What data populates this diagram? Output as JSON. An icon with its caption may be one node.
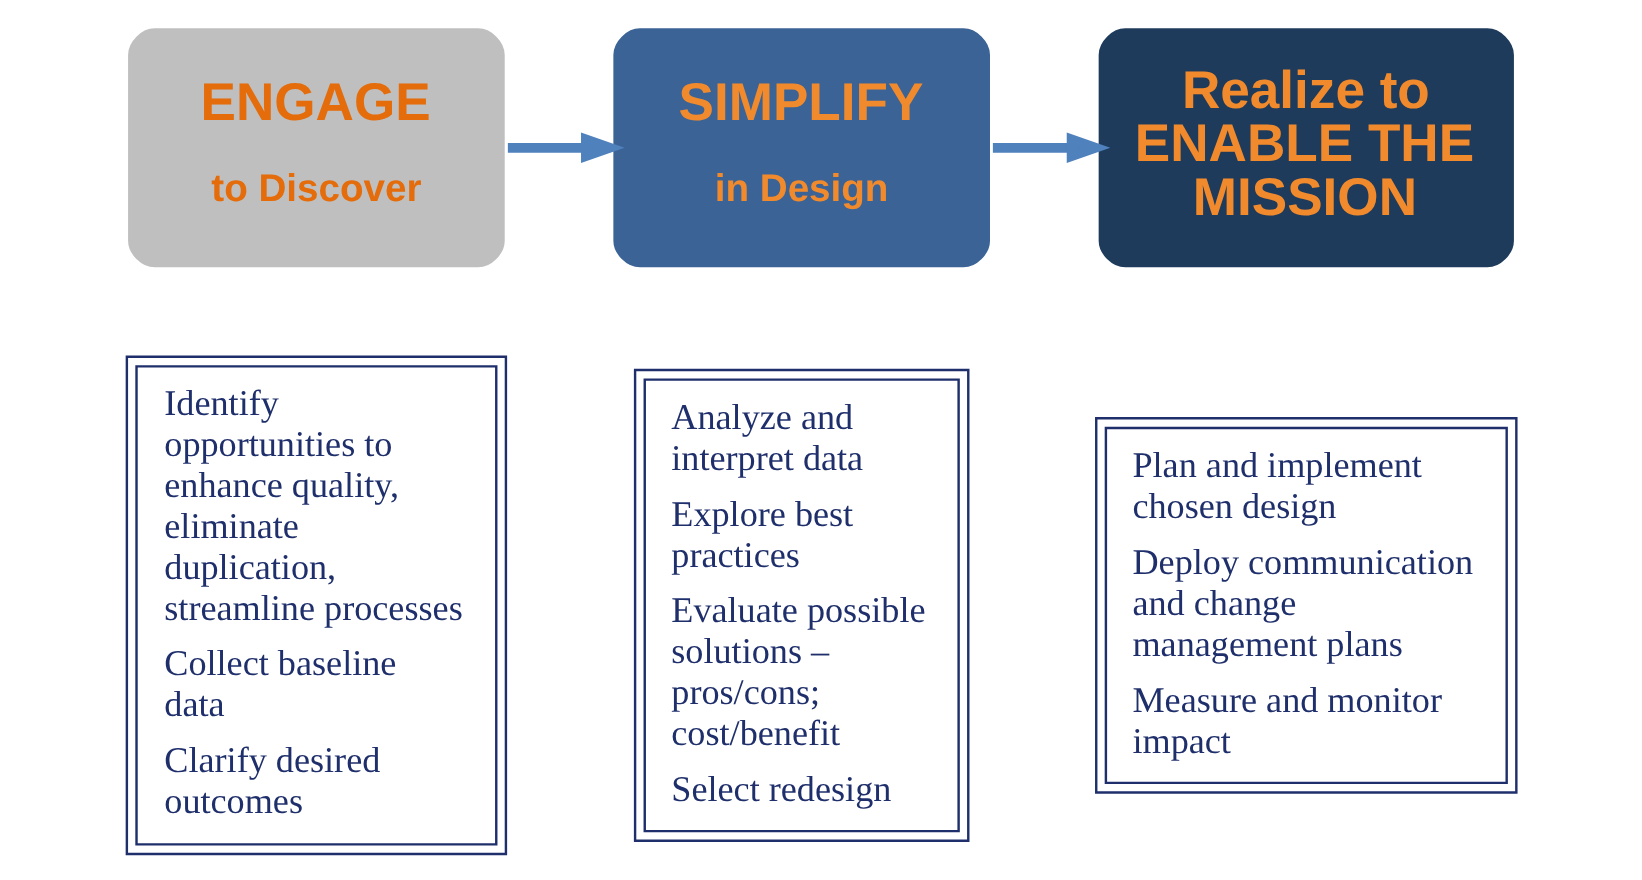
{
  "diagram": {
    "nodes": [
      {
        "text": [
          "ENGAGE",
          "to Discover"
        ]
      },
      {
        "text": [
          "SIMPLIFY",
          "in Design"
        ]
      },
      {
        "text": [
          "Realize to ENABLE THE MISSION"
        ]
      },
      {
        "text": [
          "Identify opportunities to enhance quality, eliminate duplication, streamline processes",
          "Collect baseline data",
          "Clarify desired outcomes"
        ]
      },
      {
        "text": [
          "Analyze and interpret data",
          "Explore best practices",
          "Evaluate possible solutions – pros/cons; cost/benefit",
          "Select redesign"
        ]
      },
      {
        "text": [
          "Plan and implement chosen design",
          "Deploy communication and change management plans",
          "Measure and monitor impact"
        ]
      }
    ],
    "edges": [
      {
        "from": 0,
        "to": 1,
        "arrow": "to"
      },
      {
        "from": 1,
        "to": 2,
        "arrow": "to"
      }
    ]
  }
}
